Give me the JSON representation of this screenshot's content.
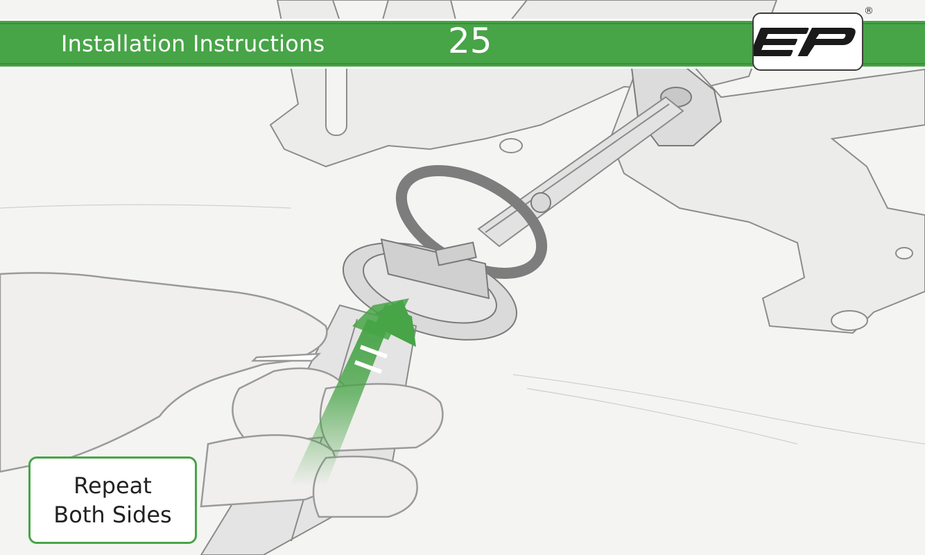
{
  "header": {
    "title": "Installation Instructions",
    "page_number": "25",
    "logo": {
      "text": "EP",
      "registered_mark": "®"
    },
    "accent_color": "#47a447"
  },
  "illustration": {
    "subject": "hand pushing a plastic grommet fitting onto a metal bracket",
    "arrow": {
      "icon": "arrow-up-right-icon",
      "color": "#47a447"
    }
  },
  "callout": {
    "line1": "Repeat",
    "line2": "Both Sides"
  }
}
